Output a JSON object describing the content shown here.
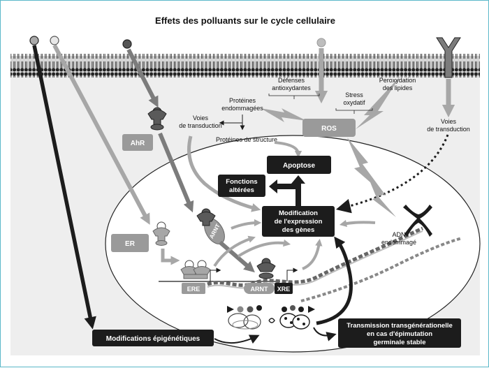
{
  "title": "Effets des polluants sur le cycle cellulaire",
  "labels": {
    "defenses_l1": "Défenses",
    "defenses_l2": "antioxydantes",
    "peroxydation_l1": "Peroxydation",
    "peroxydation_l2": "des lipides",
    "stress_l1": "Stress",
    "stress_l2": "oxydatif",
    "proteines_endo_l1": "Protéines",
    "proteines_endo_l2": "endommagées",
    "voies_transduction_left_l1": "Voies",
    "voies_transduction_left_l2": "de transduction",
    "voies_transduction_right_l1": "Voies",
    "voies_transduction_right_l2": "de transduction",
    "proteines_structure": "Protéines de structure",
    "ros": "ROS",
    "ahr": "AhR",
    "er": "ER",
    "arnt_receptor": "ARNT",
    "arnt_dna": "ARNT",
    "xre": "XRE",
    "ere": "ERE",
    "adn_l1": "ADN",
    "adn_l2": "endommagé",
    "apoptose": "Apoptose",
    "fonctions_l1": "Fonctions",
    "fonctions_l2": "altérées",
    "modification_l1": "Modification",
    "modification_l2": "de l'expression",
    "modification_l3": "des gènes",
    "modifications_epigenetiques": "Modifications épigénétiques",
    "transmission_l1": "Transmission transgénérationelle",
    "transmission_l2": "en cas d'épimutation",
    "transmission_l3": "germinale stable"
  },
  "colors": {
    "dark_box": "#1c1c1c",
    "membrane": "#d6d6d6",
    "arrow_gray": "#a7a7a7",
    "arrow_dark": "#7c7c7c",
    "box_gray": "#9a9a9a",
    "cytoplasm": "#eeeeee"
  },
  "icons": [
    "receptor-icon",
    "ligand-icon",
    "lightning-bolt-icon",
    "dna-helix-icon",
    "chromosome-icon",
    "nucleosome-icon"
  ]
}
